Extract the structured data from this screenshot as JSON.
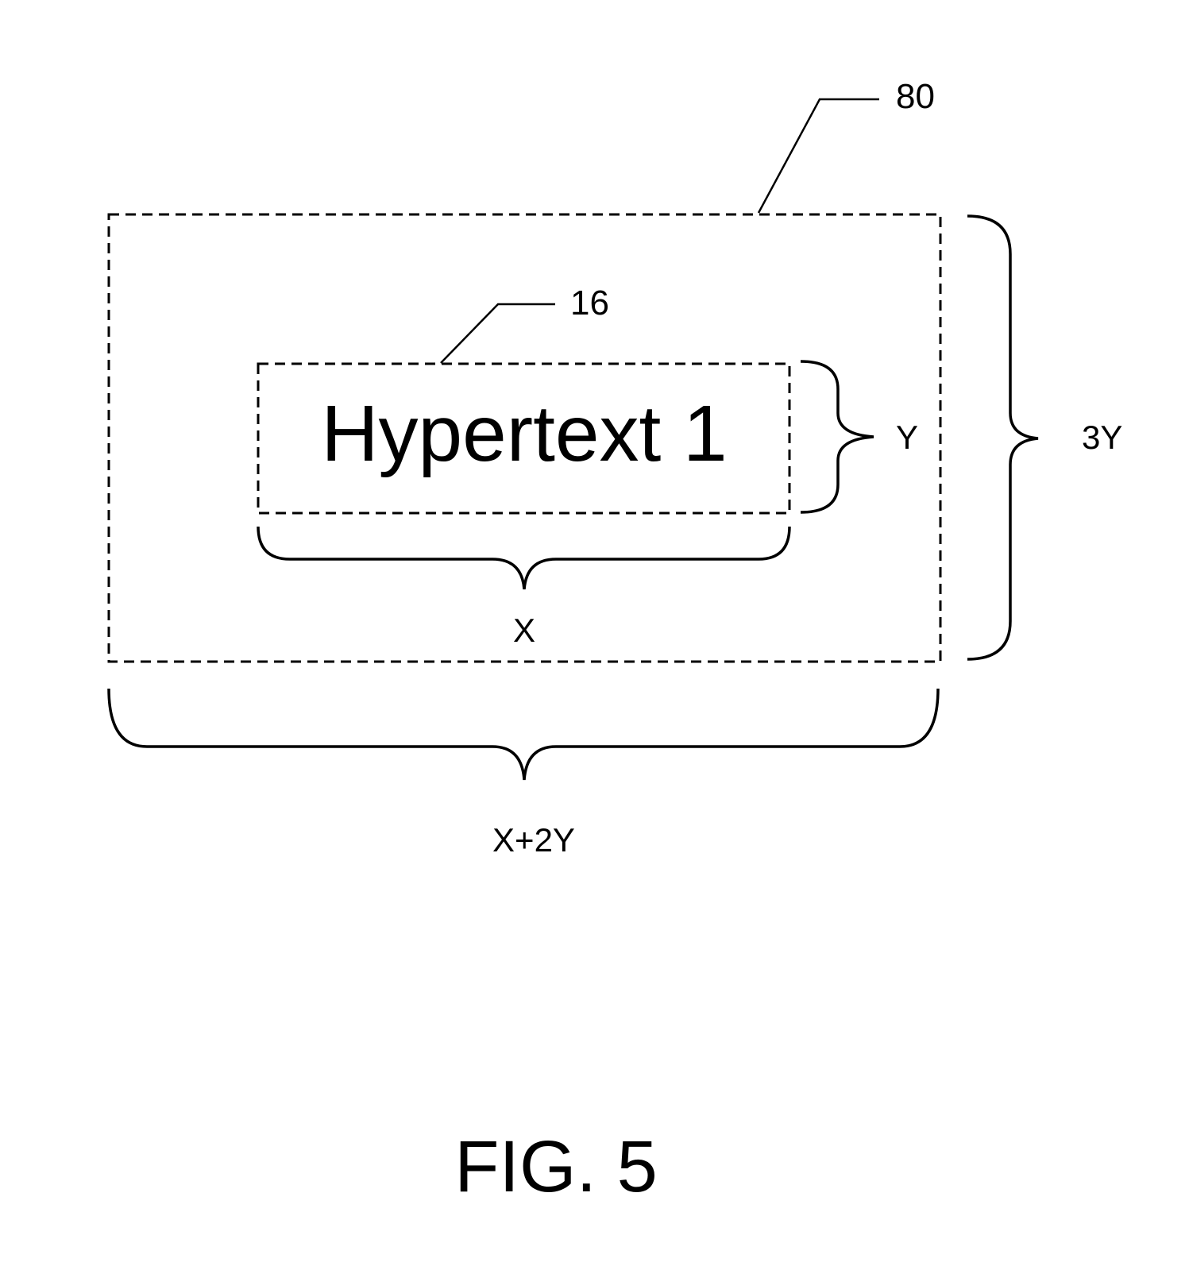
{
  "figure": {
    "caption": "FIG. 5",
    "stroke_color": "#000000",
    "background_color": "#ffffff"
  },
  "outer_region": {
    "reference_numeral": "80",
    "width_label": "X+2Y",
    "height_label": "3Y"
  },
  "inner_region": {
    "reference_numeral": "16",
    "text": "Hypertext 1",
    "width_label": "X",
    "height_label": "Y"
  }
}
